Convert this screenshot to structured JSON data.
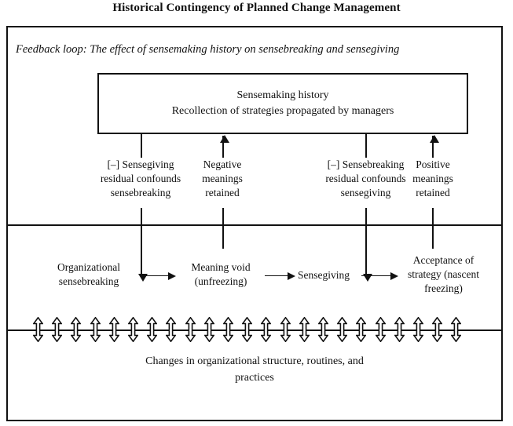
{
  "title": "Historical Contingency of Planned Change Management",
  "feedback": {
    "label": "Feedback loop:",
    "text": "Feedback loop: The effect of sensemaking history on sensebreaking and sensegiving"
  },
  "sensemaking_box": {
    "line1": "Sensemaking history",
    "line2": "Recollection of strategies propagated by managers"
  },
  "connectors": [
    {
      "name": "sensegiving-residual",
      "line1": "[–] Sensegiving",
      "line2": "residual confounds",
      "line3": "sensebreaking",
      "direction": "down"
    },
    {
      "name": "negative-meanings",
      "line1": "Negative",
      "line2": "meanings",
      "line3": "retained",
      "direction": "up"
    },
    {
      "name": "sensebreaking-residual",
      "line1": "[–] Sensebreaking",
      "line2": "residual confounds",
      "line3": "sensegiving",
      "direction": "down"
    },
    {
      "name": "positive-meanings",
      "line1": "Positive",
      "line2": "meanings",
      "line3": "retained",
      "direction": "up"
    }
  ],
  "process_row": [
    {
      "name": "organizational-sensebreaking",
      "line1": "Organizational",
      "line2": "sensebreaking",
      "line3": ""
    },
    {
      "name": "meaning-void",
      "line1": "Meaning void",
      "line2": "(unfreezing)",
      "line3": ""
    },
    {
      "name": "sensegiving",
      "line1": "Sensegiving",
      "line2": "",
      "line3": ""
    },
    {
      "name": "acceptance-of-strategy",
      "line1": "Acceptance of",
      "line2": "strategy (nascent",
      "line3": "freezing)"
    }
  ],
  "bottom_box": {
    "line1": "Changes in organizational structure, routines, and",
    "line2": "practices"
  },
  "colors": {
    "ink": "#111111",
    "background": "#ffffff"
  },
  "updown_arrow_count": 23
}
